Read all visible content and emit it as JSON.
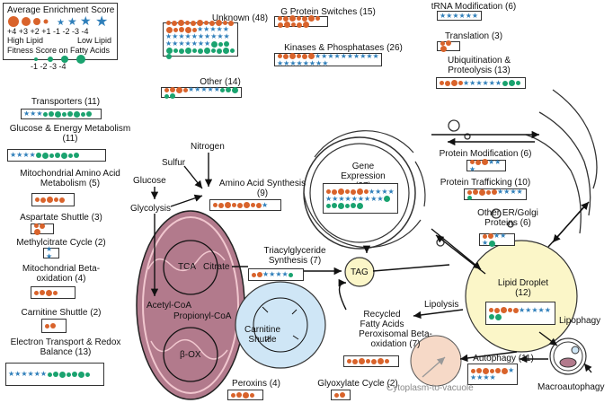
{
  "legend": {
    "title": "Average Enrichment Score",
    "ticks": [
      "+4",
      "+3",
      "+2",
      "+1",
      "-1",
      "-2",
      "-3",
      "-4"
    ],
    "high_label": "High Lipid",
    "low_label": "Low Lipid",
    "fitness_title": "Fitness Score on Fatty Acids",
    "fitness_ticks": [
      "-1",
      "-2",
      "-3",
      "-4"
    ]
  },
  "colors": {
    "high_lipid": "#d9632b",
    "low_lipid": "#2f7fba",
    "fitness": "#1aa36f",
    "mito_fill": "#b27a8c",
    "peroxisome_fill": "#cfe6f6",
    "lipid_droplet_fill": "#fbf6c8",
    "vacuole_fill": "#f6d9c7"
  },
  "categories": [
    {
      "id": "unknown",
      "label": "Unknown (48)"
    },
    {
      "id": "gprotein",
      "label": "G Protein Switches (15)"
    },
    {
      "id": "kinases",
      "label": "Kinases & Phosphatases (26)"
    },
    {
      "id": "other",
      "label": "Other (14)"
    },
    {
      "id": "trna",
      "label": "tRNA Modification (6)"
    },
    {
      "id": "translation",
      "label": "Translation (3)"
    },
    {
      "id": "ubiquitination",
      "label": "Ubiquitination & Proteolysis (13)"
    },
    {
      "id": "transporters",
      "label": "Transporters (11)"
    },
    {
      "id": "glucose",
      "label": "Glucose & Energy Metabolism (11)"
    },
    {
      "id": "mitoamino",
      "label": "Mitochondrial Amino Acid Metabolism (5)"
    },
    {
      "id": "aspartate",
      "label": "Aspartate Shuttle (3)"
    },
    {
      "id": "methylcitrate",
      "label": "Methylcitrate Cycle (2)"
    },
    {
      "id": "mitobeta",
      "label": "Mitochondrial Beta-oxidation (4)"
    },
    {
      "id": "carnitine",
      "label": "Carnitine Shuttle (2)"
    },
    {
      "id": "electron",
      "label": "Electron Transport & Redox Balance (13)"
    },
    {
      "id": "aminoacid",
      "label": "Amino Acid Synthesis (9)"
    },
    {
      "id": "gene",
      "label": "Gene Expression (27)"
    },
    {
      "id": "proteinmod",
      "label": "Protein Modification (6)"
    },
    {
      "id": "proteintraf",
      "label": "Protein Trafficking (10)"
    },
    {
      "id": "erGolgi",
      "label": "Other ER/Golgi Proteins (6)"
    },
    {
      "id": "triacyl",
      "label": "Triacylglyceride Synthesis (7)"
    },
    {
      "id": "lipiddroplet",
      "label": "Lipid Droplet (12)"
    },
    {
      "id": "peroxisomal",
      "label": "Peroxisomal Beta-oxidation (7)"
    },
    {
      "id": "autophagy",
      "label": "Autophagy (11)"
    },
    {
      "id": "peroxins",
      "label": "Peroxins (4)"
    },
    {
      "id": "glyoxylate",
      "label": "Glyoxylate Cycle (2)"
    }
  ],
  "pathway_labels": {
    "nitrogen": "Nitrogen",
    "sulfur": "Sulfur",
    "glucose": "Glucose",
    "glycolysis": "Glycolysis",
    "tca": "TCA",
    "citrate": "Citrate",
    "acetylcoa": "Acetyl-CoA",
    "propionylcoa": "Propionyl-CoA",
    "box": "β-OX",
    "carnitine_shuttle": "Carnitine Shuttle",
    "tag": "TAG",
    "recycled": "Recycled Fatty Acids",
    "lipolysis": "Lipolysis",
    "lipophagy": "Lipophagy",
    "macroautophagy": "Macroautophagy",
    "cvt": "Cytoplasm-to-vacuole"
  }
}
